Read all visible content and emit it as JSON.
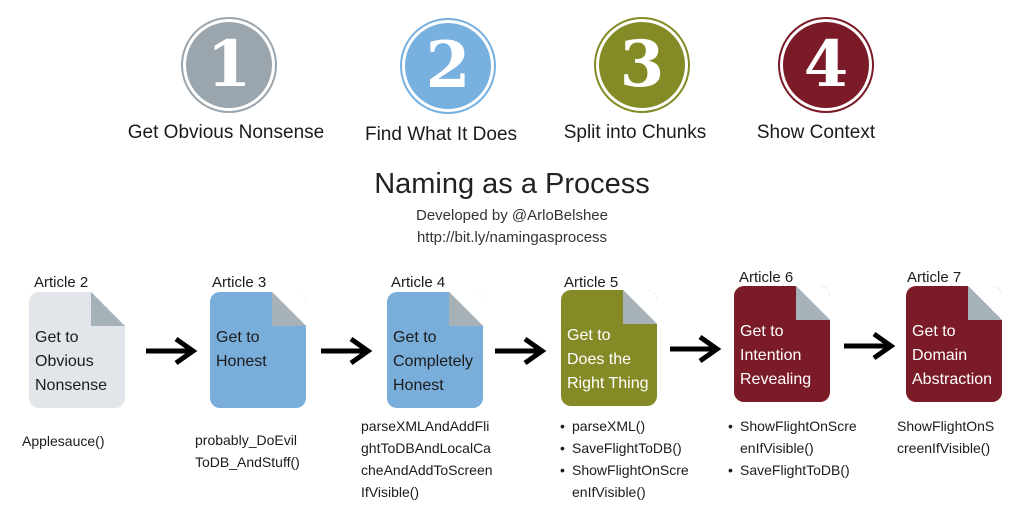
{
  "colors": {
    "step1": "#9aa5ad",
    "step2": "#78b0df",
    "step3": "#848b26",
    "step4": "#7c1b28",
    "doc_light": "#e2e6ea",
    "doc_blue": "#79aedb",
    "doc_olive": "#848b26",
    "doc_maroon": "#7c1b28"
  },
  "steps": [
    {
      "number": "1",
      "label": "Get Obvious Nonsense"
    },
    {
      "number": "2",
      "label": "Find What It Does"
    },
    {
      "number": "3",
      "label": "Split into Chunks"
    },
    {
      "number": "4",
      "label": "Show Context"
    }
  ],
  "title": "Naming as a Process",
  "subtitle": "Developed by @ArloBelshee",
  "url": "http://bit.ly/namingasprocess",
  "articles": [
    {
      "label": "Article 2",
      "lines": [
        "Get to",
        "Obvious",
        "Nonsense"
      ],
      "code": [
        "Applesauce()"
      ],
      "bulleted": false
    },
    {
      "label": "Article 3",
      "lines": [
        "Get to",
        "Honest"
      ],
      "code": [
        "probably_DoEvil",
        "ToDB_AndStuff()"
      ],
      "bulleted": false
    },
    {
      "label": "Article 4",
      "lines": [
        "Get to",
        "Completely",
        "Honest"
      ],
      "code": [
        "parseXMLAndAddFli",
        "ghtToDBAndLocalCa",
        "cheAndAddToScreen",
        "IfVisible()"
      ],
      "bulleted": false
    },
    {
      "label": "Article 5",
      "lines": [
        "Get to",
        "Does the",
        "Right Thing"
      ],
      "code": [
        "parseXML()",
        "SaveFlightToDB()",
        "ShowFlightOnScre",
        "enIfVisible()"
      ],
      "bulleted": true
    },
    {
      "label": "Article 6",
      "lines": [
        "Get to",
        "Intention",
        "Revealing"
      ],
      "code": [
        "ShowFlightOnScre",
        "enIfVisible()",
        "SaveFlightToDB()"
      ],
      "bulleted": true
    },
    {
      "label": "Article 7",
      "lines": [
        "Get to",
        "Domain",
        "Abstraction"
      ],
      "code": [
        "ShowFlightOnS",
        "creenIfVisible()"
      ],
      "bulleted": false
    }
  ]
}
